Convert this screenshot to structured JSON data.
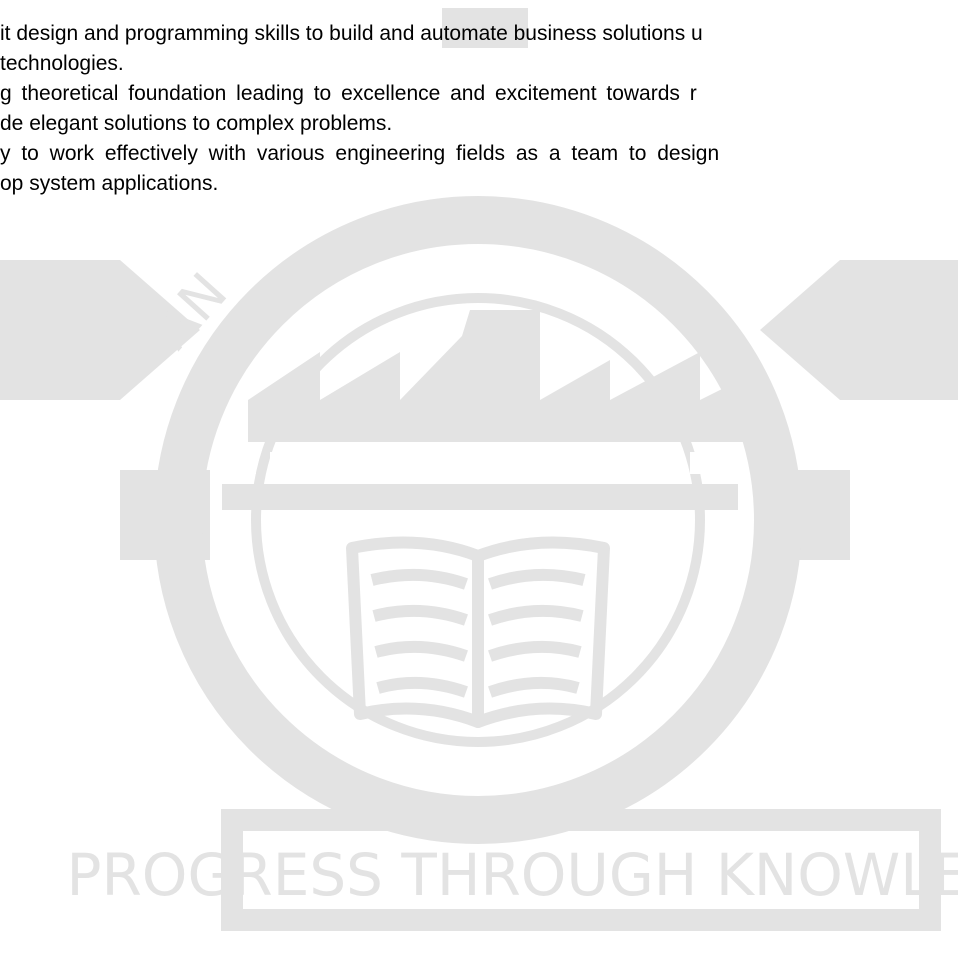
{
  "document": {
    "lines": [
      "it design and programming skills to build and automate business solutions u",
      "technologies.",
      "g theoretical foundation leading to excellence and excitement towards r",
      "de elegant solutions to complex problems.",
      "y to work effectively with various engineering fields as a team to design",
      "op system applications."
    ]
  },
  "watermark": {
    "motto": "PROGRESS THROUGH KNOWLEDGE",
    "arc_text": "AN",
    "color": "#e3e3e3"
  }
}
